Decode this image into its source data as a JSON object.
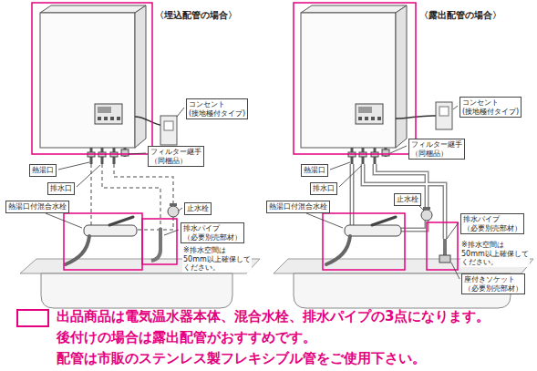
{
  "diagram": {
    "nodes": [
      {
        "text": [
          "フィルター継手 （同梱品）"
        ]
      },
      {
        "text": [
          "コンセント (接地極付タイプ)"
        ]
      },
      {
        "text": [
          "熱湯口"
        ]
      },
      {
        "text": [
          "排水口"
        ]
      },
      {
        "text": [
          "止水栓"
        ]
      },
      {
        "text": [
          "熱湯口付混合水栓"
        ]
      },
      {
        "text": [
          "排水パイプ （必要別売部材）"
        ]
      },
      {
        "text": [
          "フィルター継手 （同梱品）"
        ]
      },
      {
        "text": [
          "コンセント (接地極付タイプ)"
        ]
      },
      {
        "text": [
          "熱湯口"
        ]
      },
      {
        "text": [
          "排水口"
        ]
      },
      {
        "text": [
          "止水栓"
        ]
      },
      {
        "text": [
          "熱湯口付混合水栓"
        ]
      },
      {
        "text": [
          "排水パイプ （必要別売部材）"
        ]
      },
      {
        "text": [
          "座付きソケット （必要別売部材）"
        ]
      }
    ],
    "labels": [
      "〈埋込配管の場合〉",
      "〈露出配管の場合〉",
      "※排水空間は 50mm以上確保して ください。",
      "※排水空間は 50mm以上確保して ください。",
      "後付けの場合は露出配管がおすすめです。",
      "配管は市販のステンレス製フレキシブル管をご使用下さい。"
    ],
    "legend": [
      {
        "text": "出品商品は電気温水器本体、混合水栓、排水パイプの3点になります。"
      }
    ]
  }
}
